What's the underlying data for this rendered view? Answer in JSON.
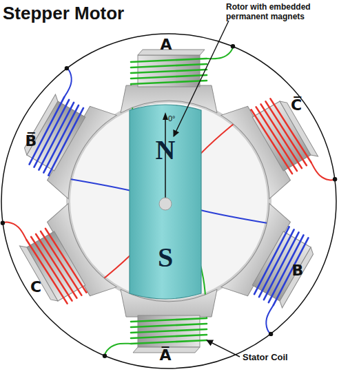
{
  "diagram": {
    "title": "Stepper Motor",
    "nodes": [
      {
        "text": [
          "0°",
          "N",
          "S"
        ]
      }
    ],
    "labels": [
      "Rotor with embedded permanent magnets",
      "A",
      "C̅",
      "B̅",
      "B",
      "C",
      "A̅",
      "Stator Coil"
    ]
  }
}
